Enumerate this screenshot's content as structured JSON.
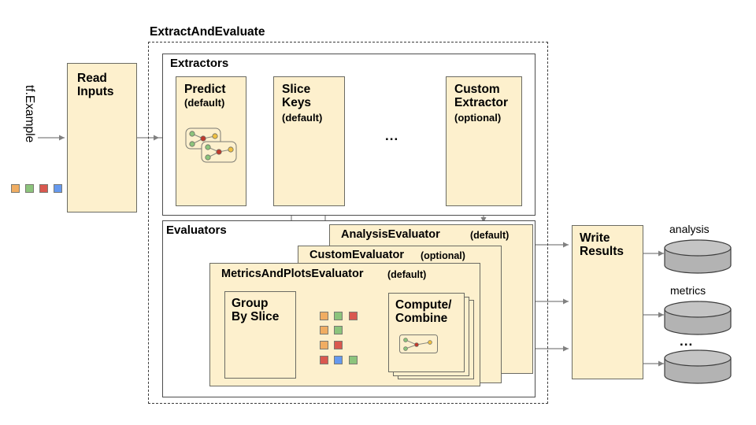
{
  "diagram": {
    "title": "ExtractAndEvaluate",
    "input": {
      "label": "tf.Example"
    },
    "read_inputs": {
      "label": "Read\nInputs"
    },
    "extractors": {
      "group_label": "Extractors",
      "nodes": [
        {
          "name": "Predict",
          "qualifier": "(default)",
          "icon": "model-graph-icon"
        },
        {
          "name": "Slice\nKeys",
          "qualifier": "(default)",
          "icon": ""
        },
        {
          "name": "Custom\nExtractor",
          "qualifier": "(optional)",
          "icon": ""
        }
      ],
      "ellipsis": "..."
    },
    "evaluators": {
      "group_label": "Evaluators",
      "stack": [
        {
          "name": "AnalysisEvaluator",
          "qualifier": "(default)"
        },
        {
          "name": "CustomEvaluator",
          "qualifier": "(optional)"
        },
        {
          "name": "MetricsAndPlotsEvaluator",
          "qualifier": "(default)"
        }
      ],
      "inner": {
        "group_by_slice": "Group\nBy Slice",
        "compute_combine": "Compute/\nCombine",
        "slice_rows": [
          [
            "orange",
            "green",
            "red"
          ],
          [
            "orange",
            "green"
          ],
          [
            "orange",
            "red"
          ],
          [
            "red",
            "blue",
            "green"
          ]
        ]
      }
    },
    "write_results": {
      "label": "Write\nResults"
    },
    "stores": [
      {
        "label": "analysis"
      },
      {
        "label": "metrics"
      },
      {
        "label": "..."
      }
    ],
    "input_swatches": [
      "orange",
      "green",
      "red",
      "blue"
    ],
    "colors": {
      "box_fill": "#fdf0cd",
      "box_stroke": "#6b6b63",
      "plain_stroke": "#4d4d4d",
      "dashed_stroke": "#3c3c3c",
      "arrow": "#808080",
      "orange": "#f0ad62",
      "green": "#8cc47c",
      "red": "#d9584f",
      "blue": "#6699ee",
      "cylinder_fill": "#b3b3b3",
      "cylinder_top": "#c4c4c4",
      "cylinder_stroke": "#3c3c3c"
    }
  }
}
